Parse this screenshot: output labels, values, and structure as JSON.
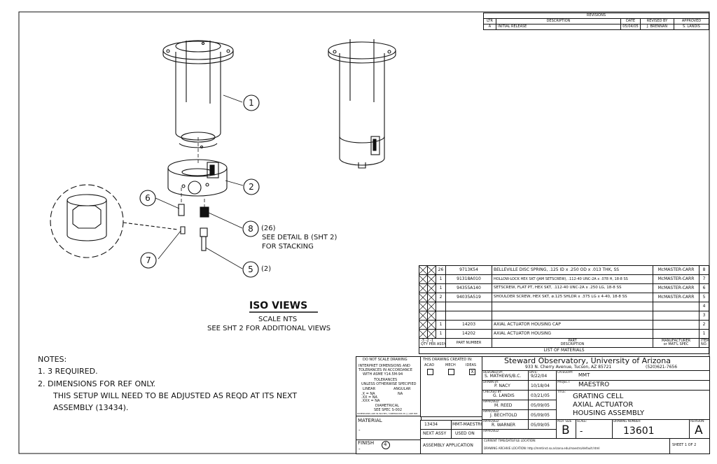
{
  "revisions": {
    "title": "REVISIONS",
    "headers": [
      "LTR",
      "DESCRIPTION",
      "DATE",
      "REVISED BY",
      "APPROVED"
    ],
    "rows": [
      [
        "A",
        "INITIAL RELEASE",
        "05/04/05",
        "J. BRENNAN",
        "S. LANDIS"
      ]
    ]
  },
  "callouts": [
    {
      "label": "1"
    },
    {
      "label": "2"
    },
    {
      "label": "6"
    },
    {
      "label": "7"
    },
    {
      "label": "8"
    },
    {
      "label": "5"
    }
  ],
  "callout_notes": {
    "qty8": "(26)",
    "detail_line1": "SEE DETAIL B (SHT 2)",
    "detail_line2": "FOR STACKING",
    "qty5": "(2)"
  },
  "iso": {
    "title": "ISO VIEWS",
    "scale": "SCALE NTS",
    "see": "SEE SHT 2 FOR ADDITIONAL VIEWS"
  },
  "notes": {
    "title": "NOTES:",
    "items": [
      "1. 3 REQUIRED.",
      "2. DIMENSIONS FOR REF ONLY."
    ],
    "cont1": "THIS SETUP WILL NEED TO BE ADJUSTED AS REQD AT ITS NEXT",
    "cont2": "ASSEMBLY (13434)."
  },
  "bom": {
    "rows": [
      {
        "qty": "26",
        "part": "9713K54",
        "desc": "BELLEVILLE DISC SPRING, .125 ID x .250 OD x .013 THK, SS",
        "mfr": "McMASTER-CARR",
        "item": "8"
      },
      {
        "qty": "1",
        "part": "91318A010",
        "desc": "HOLLOW-LOCK HEX SKT (JAM SETSCREW), .112-40 UNC-2A x .078 H, 18-8 SS",
        "mfr": "McMASTER-CARR",
        "item": "7"
      },
      {
        "qty": "1",
        "part": "94355A140",
        "desc": "SETSCREW, FLAT PT, HEX SKT, .112-40 UNC-2A x .250 LG, 18-8 SS",
        "mfr": "McMASTER-CARR",
        "item": "6"
      },
      {
        "qty": "2",
        "part": "94035A519",
        "desc": "SHOULDER SCREW, HEX SKT, ø.125 SHLDR x .375 LG x 4-40, 18-8 SS",
        "mfr": "McMASTER-CARR",
        "item": "5"
      },
      {
        "qty": "",
        "part": "",
        "desc": "",
        "mfr": "",
        "item": "4"
      },
      {
        "qty": "",
        "part": "",
        "desc": "",
        "mfr": "",
        "item": "3"
      },
      {
        "qty": "1",
        "part": "14203",
        "desc": "AXIAL ACTUATOR HOUSING CAP",
        "mfr": "",
        "item": "2"
      },
      {
        "qty": "1",
        "part": "14202",
        "desc": "AXIAL ACTUATOR HOUSING",
        "mfr": "",
        "item": "1"
      }
    ],
    "hdr_dash": "-3 -2 -1",
    "hdr_qty": "QTY PER ASSY",
    "hdr_part": "PART NUMBER",
    "hdr_desc1": "PART",
    "hdr_desc2": "DESCRIPTION",
    "hdr_mfr1": "MANUFACTURER",
    "hdr_mfr2": "or MAT'L SPEC",
    "hdr_item1": "ITEM",
    "hdr_item2": "NO.",
    "list_title": "LIST OF MATERIALS"
  },
  "tb": {
    "noscale": "DO NOT SCALE DRAWING",
    "interpret1": "INTERPRET DIMENSIONS AND",
    "interpret2": "TOLERANCES IN ACCORDANCE",
    "interpret3": "WITH ASME Y14.5M-94",
    "tol": "TOLERANCES",
    "tol_sub": "UNLESS OTHERWISE SPECIFIED",
    "linear": "LINEAR",
    "angular": "ANGULAR",
    "tol_x": ".X = NA",
    "tol_xx": ".XX = NA",
    "tol_xxx": ".XXX = NA",
    "tol_ang": "NA",
    "diam": "DIAMETRICAL",
    "diam_spec": "SEE SPEC S-002",
    "fine": "DIMENSIONS ARE IN INCHES / DIMENSIONS IN [ ] ARE MM",
    "material": "MATERIAL",
    "material_val": "-",
    "finish": "FINISH",
    "finish_num": "4",
    "finish_val": "-",
    "created_in": "THIS DRAWING CREATED IN:",
    "sw": [
      "ACAD",
      "MECH",
      "IDEAS"
    ],
    "ideas_mark": "X",
    "next_assy_val": "13434",
    "used_on_val": "MMT-MAESTRO",
    "next_assy": "NEXT ASSY",
    "used_on": "USED ON",
    "app": "ASSEMBLY APPLICATION",
    "designed_by_lbl": "DESIGNED BY:",
    "designed_by": "S. MATHEWS/B.C.",
    "date_lbl": "DATE:",
    "designed_date": "9/22/04",
    "drawn_lbl": "DRAWN BY:",
    "drawn_by": "P. NACY",
    "drawn_date": "10/18/04",
    "checked_lbl": "CHECKED BY:",
    "checked_by": "G. LANDIS",
    "checked_date": "03/21/05",
    "approved_lbl": "APPROVED:",
    "appr1": "M. REED",
    "appr1_date": "05/09/05",
    "appr2": "J. BECHTOLD",
    "appr2_date": "05/09/05",
    "appr3": "R. WARNER",
    "appr3_date": "05/09/05",
    "appr4_lbl": "APPROVED:",
    "org1": "Steward Observatory, University of Arizona",
    "org2": "933 N. Cherry Avenue, Tucson, AZ 85721",
    "org_phone": "(520)621-7656",
    "category_lbl": "CATEGORY:",
    "category": "MMT",
    "project_lbl": "PROJECT:",
    "project": "MAESTRO",
    "title_lbl": "TITLE:",
    "title1": "GRATING CELL",
    "title2": "AXIAL ACTUATOR",
    "title3": "HOUSING ASSEMBLY",
    "size_lbl": "PLOT SIZE",
    "size": "B",
    "scale_lbl": "SCALE:",
    "scale": "-",
    "dwg_lbl": "DRAWING NUMBER:",
    "dwg": "13601",
    "rev_lbl": "REVISION:",
    "rev": "A",
    "sheet": "SHEET 1 OF 2",
    "file_lbl": "CURRENT TIME/DATE/FILE LOCATION:",
    "archive": "DRAWING ARCHIVE LOCATION: http://mmtinst.so.arizona.edu/maestro/default.html"
  }
}
